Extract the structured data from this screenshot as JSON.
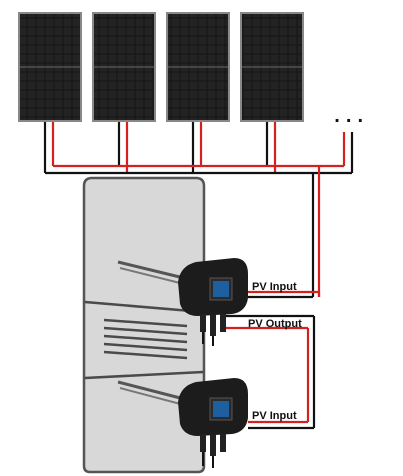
{
  "labels": {
    "pv_input_top": "PV Input",
    "pv_output": "PV Output",
    "pv_input_bottom": "PV Input",
    "more_panels": ". . ."
  },
  "colors": {
    "positive_wire": "#d62020",
    "negative_wire": "#111111",
    "tank_fill": "#d8d8d8",
    "tank_outline": "#555555",
    "panel_cell": "#1a1a1a"
  },
  "components": {
    "solar_panels": 4,
    "heater_controllers": 2
  }
}
